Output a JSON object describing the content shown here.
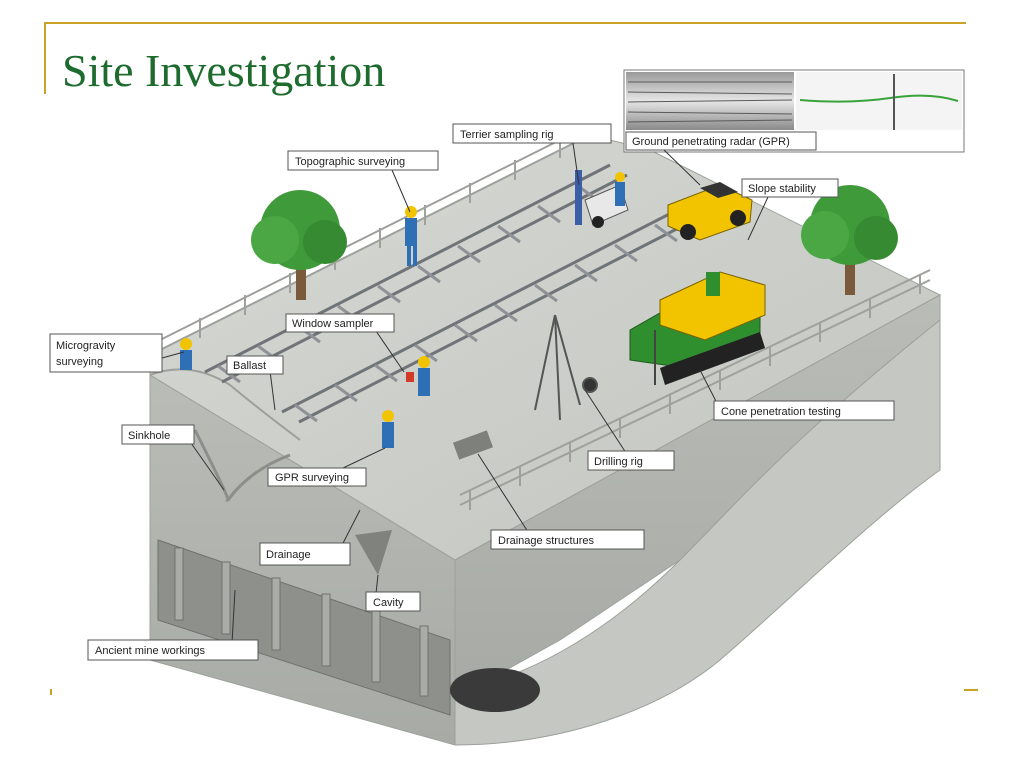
{
  "slide": {
    "title": "Site Investigation"
  },
  "colors": {
    "title": "#1e6b2e",
    "accent_rule": "#c9a227",
    "ground": "#c9cbc7",
    "rail": "#6f7478",
    "vehicle_yellow": "#f2c400",
    "vehicle_green": "#2f8f2f",
    "tree": "#3f9a3a"
  },
  "labels": [
    {
      "id": "terrier",
      "text": "Terrier sampling rig"
    },
    {
      "id": "gpr",
      "text": "Ground penetrating radar (GPR)"
    },
    {
      "id": "topo",
      "text": "Topographic surveying"
    },
    {
      "id": "slope",
      "text": "Slope stability"
    },
    {
      "id": "micro1",
      "text": "Microgravity"
    },
    {
      "id": "micro2",
      "text": "surveying"
    },
    {
      "id": "window",
      "text": "Window sampler"
    },
    {
      "id": "ballast",
      "text": "Ballast"
    },
    {
      "id": "sinkhole",
      "text": "Sinkhole"
    },
    {
      "id": "cpt",
      "text": "Cone penetration testing"
    },
    {
      "id": "gprsurvey",
      "text": "GPR surveying"
    },
    {
      "id": "drilling",
      "text": "Drilling rig"
    },
    {
      "id": "drainstruct",
      "text": "Drainage structures"
    },
    {
      "id": "drainage",
      "text": "Drainage"
    },
    {
      "id": "cavity",
      "text": "Cavity"
    },
    {
      "id": "mine",
      "text": "Ancient mine workings"
    }
  ]
}
